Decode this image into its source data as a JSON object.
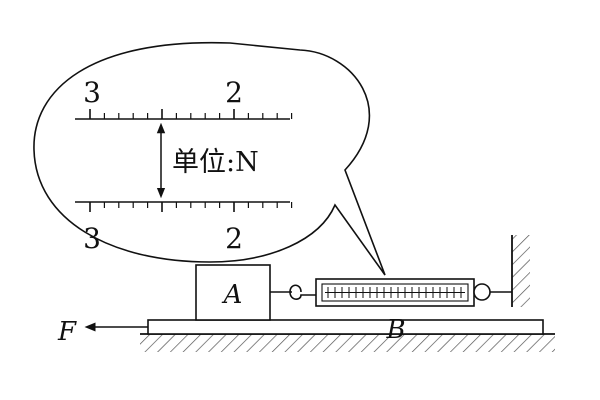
{
  "magnifier": {
    "top_scale": {
      "left_number": "3",
      "right_number": "2"
    },
    "bottom_scale": {
      "left_number": "3",
      "right_number": "2"
    },
    "unit_text": "单位:N"
  },
  "labels": {
    "block_a": "A",
    "board_b": "B",
    "force_f": "F"
  }
}
